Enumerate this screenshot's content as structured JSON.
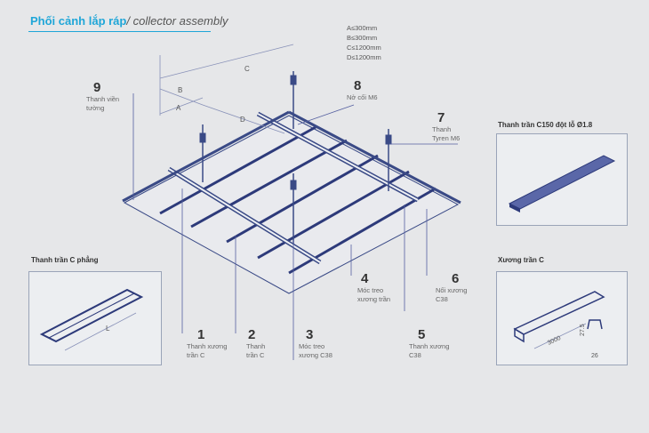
{
  "header": {
    "title_vi": "Phối cảnh lắp ráp",
    "title_en": "/ collector assembly"
  },
  "dimensions": [
    "A≤300mm",
    "B≤300mm",
    "C≤1200mm",
    "D≤1200mm"
  ],
  "dim_letters": {
    "a": "A",
    "b": "B",
    "c": "C",
    "d": "D"
  },
  "callouts": [
    {
      "number": "9",
      "lines": [
        "Thanh viền",
        "tường"
      ]
    },
    {
      "number": "8",
      "lines": [
        "Nở cối M6"
      ]
    },
    {
      "number": "7",
      "lines": [
        "Thanh",
        "Tyren M6"
      ]
    },
    {
      "number": "4",
      "lines": [
        "Móc treo",
        "xương trần"
      ]
    },
    {
      "number": "6",
      "lines": [
        "Nối xương",
        "C38"
      ]
    },
    {
      "number": "1",
      "lines": [
        "Thanh xương",
        "trần C"
      ]
    },
    {
      "number": "2",
      "lines": [
        "Thanh",
        "trần C"
      ]
    },
    {
      "number": "3",
      "lines": [
        "Móc treo",
        "xương C38"
      ]
    },
    {
      "number": "5",
      "lines": [
        "Thanh xương",
        "C38"
      ]
    }
  ],
  "panels": {
    "c150": {
      "title": "Thanh trần C150 đột lỗ Ø1.8"
    },
    "c_flat": {
      "title": "Thanh trần C phẳng",
      "dim_label": "L"
    },
    "c_frame": {
      "title": "Xương trần C",
      "length": "3000",
      "height": "27.5",
      "width": "26"
    }
  },
  "colors": {
    "accent": "#1fa6d8",
    "stroke": "#3a4a86",
    "line": "#8891b8"
  }
}
